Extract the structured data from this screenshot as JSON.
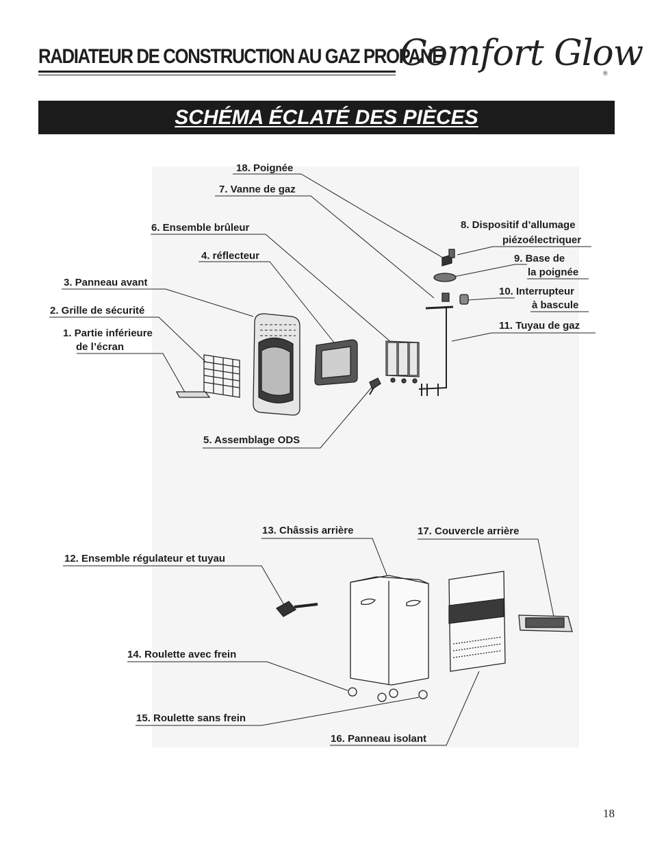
{
  "header": {
    "title": "RADIATEUR DE CONSTRUCTION AU GAZ PROPANE",
    "brand_logo": "Comfort Glow",
    "brand_registered": "®"
  },
  "banner": {
    "title": "SCHÉMA ÉCLATÉ DES PIÈCES"
  },
  "parts": {
    "p18": "18. Poignée",
    "p7": "7. Vanne de gaz",
    "p6": "6. Ensemble brûleur",
    "p4": "4. réflecteur",
    "p3": "3. Panneau avant",
    "p2": "2. Grille de sécurité",
    "p1_line1": "1. Partie inférieure",
    "p1_line2": "de l’écran",
    "p8_line1": "8. Dispositif d’allumage",
    "p8_line2": "piézoélectriquer",
    "p9_line1": "9. Base de",
    "p9_line2": "la poignée",
    "p10_line1": "10. Interrupteur",
    "p10_line2": "à bascule",
    "p11": "11. Tuyau de gaz",
    "p5": "5. Assemblage ODS",
    "p13": "13. Châssis arrière",
    "p17": "17. Couvercle arrière",
    "p12": "12. Ensemble régulateur et tuyau",
    "p14": "14. Roulette avec frein",
    "p15": "15. Roulette sans frein",
    "p16": "16. Panneau isolant"
  },
  "page_number": "18",
  "colors": {
    "ink": "#1e1e1e",
    "banner_bg": "#1b1b1b",
    "diagram_bg": "#f5f5f5"
  }
}
